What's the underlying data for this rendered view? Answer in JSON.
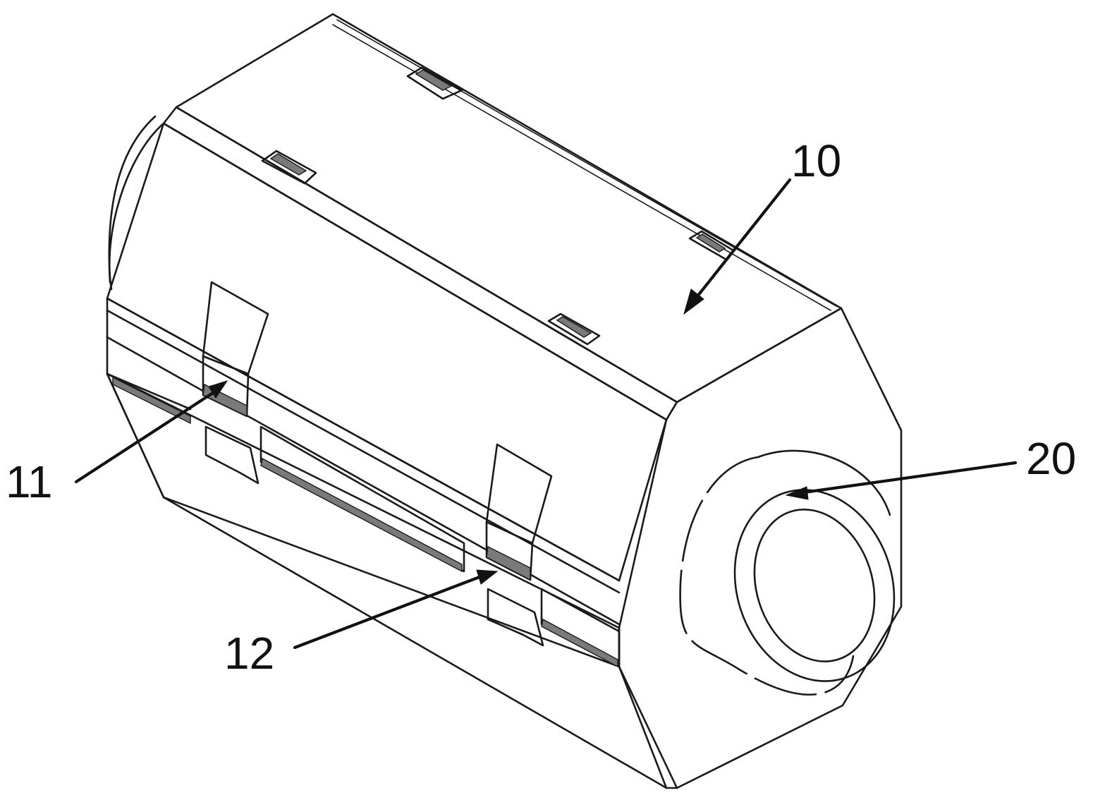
{
  "figure": {
    "labels": [
      {
        "id": "part-10",
        "text": "10"
      },
      {
        "id": "part-11",
        "text": "11"
      },
      {
        "id": "part-12",
        "text": "12"
      },
      {
        "id": "part-20",
        "text": "20"
      }
    ]
  }
}
